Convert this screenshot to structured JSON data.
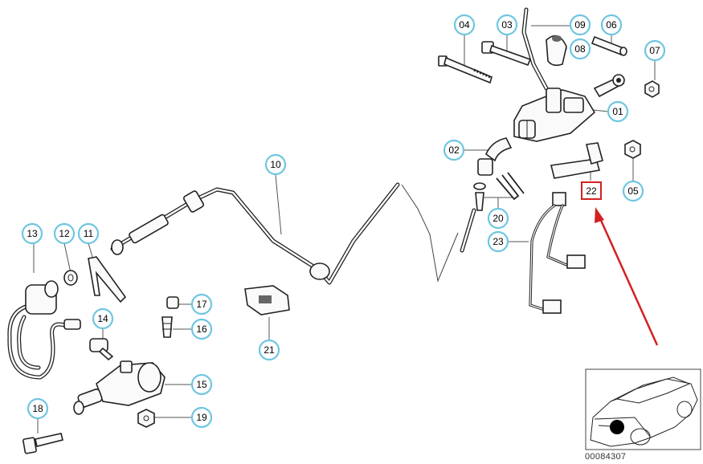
{
  "callouts": [
    {
      "id": "c01",
      "label": "01"
    },
    {
      "id": "c02",
      "label": "02"
    },
    {
      "id": "c03",
      "label": "03"
    },
    {
      "id": "c04",
      "label": "04"
    },
    {
      "id": "c05",
      "label": "05"
    },
    {
      "id": "c06",
      "label": "06"
    },
    {
      "id": "c07",
      "label": "07"
    },
    {
      "id": "c08",
      "label": "08"
    },
    {
      "id": "c09",
      "label": "09"
    },
    {
      "id": "c10",
      "label": "10"
    },
    {
      "id": "c11",
      "label": "11"
    },
    {
      "id": "c12",
      "label": "12"
    },
    {
      "id": "c13",
      "label": "13"
    },
    {
      "id": "c14",
      "label": "14"
    },
    {
      "id": "c15",
      "label": "15"
    },
    {
      "id": "c16",
      "label": "16"
    },
    {
      "id": "c17",
      "label": "17"
    },
    {
      "id": "c18",
      "label": "18"
    },
    {
      "id": "c19",
      "label": "19"
    },
    {
      "id": "c20",
      "label": "20"
    },
    {
      "id": "c21",
      "label": "21"
    },
    {
      "id": "c23",
      "label": "23"
    }
  ],
  "highlighted_part": {
    "label": "22",
    "color": "#d42020"
  },
  "callout_ring_color": "#6ec6e0",
  "thumbnail": {
    "id_text": "00084307"
  }
}
